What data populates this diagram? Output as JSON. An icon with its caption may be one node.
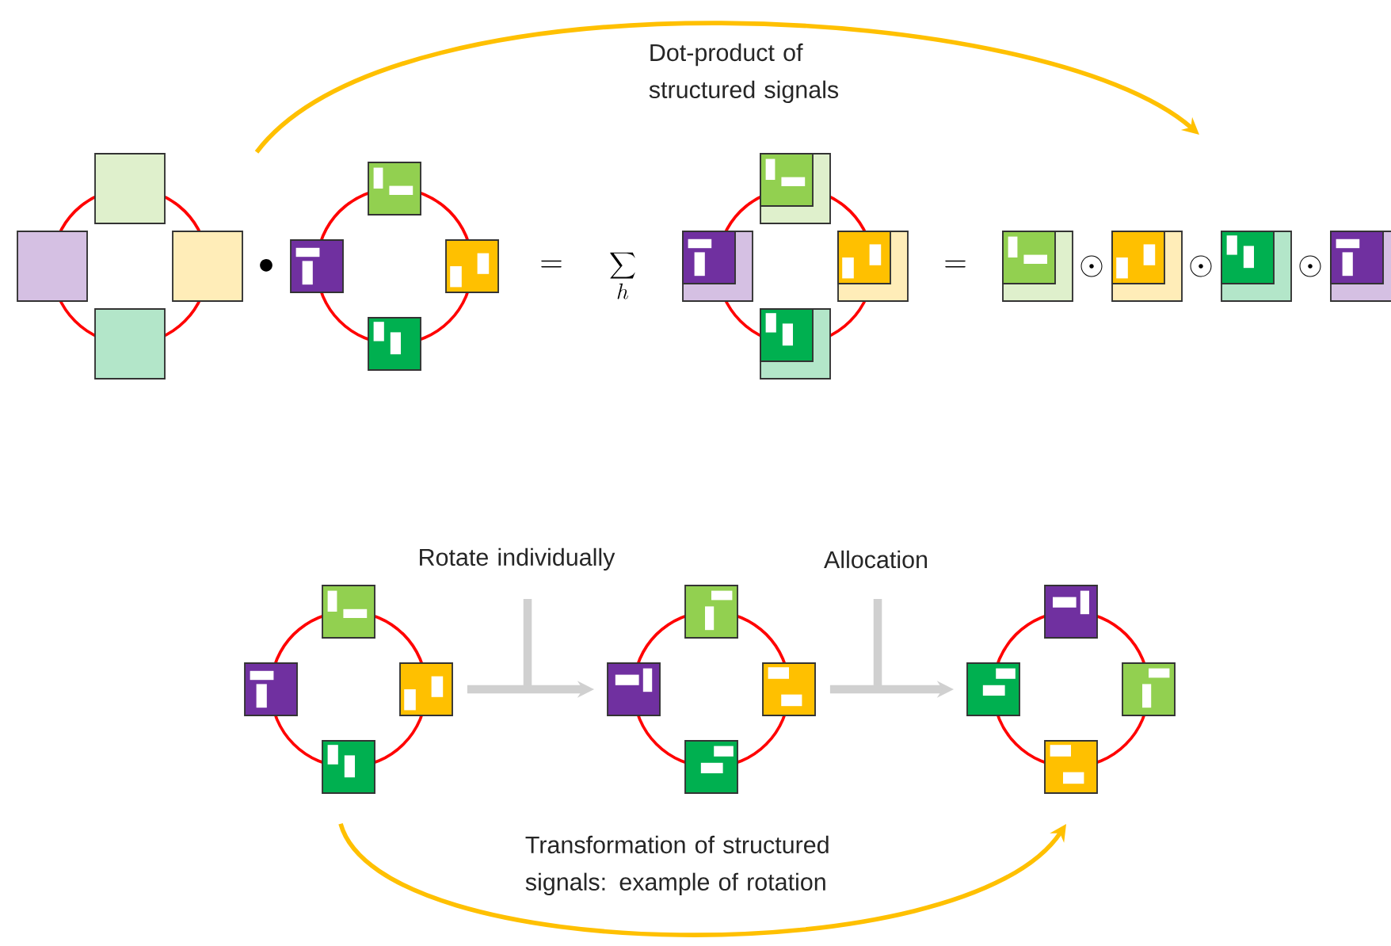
{
  "diagram": {
    "nodes": [
      {
        "text": [],
        "shape": "circle"
      },
      {
        "text": [],
        "shape": "circle"
      },
      {
        "text": [],
        "shape": "circle"
      },
      {
        "text": [],
        "shape": "circle"
      },
      {
        "text": [],
        "shape": "circle"
      },
      {
        "text": [],
        "shape": "circle"
      }
    ],
    "edges": [
      {
        "from": 0,
        "to": null,
        "arrow": "to",
        "label": "Dot-product of structured signals",
        "color": "#ffc000"
      },
      {
        "from": 3,
        "to": 4,
        "arrow": "to",
        "label": "Rotate individually",
        "style": "thick",
        "color": "#d0d0d0"
      },
      {
        "from": 4,
        "to": 5,
        "arrow": "to",
        "label": "Allocation",
        "style": "thick",
        "color": "#d0d0d0"
      },
      {
        "from": 3,
        "to": 5,
        "arrow": "to",
        "label": "Transformation of structured signals: example of rotation",
        "color": "#ffc000"
      }
    ],
    "labels": [
      "\\bullet",
      "=",
      "\\sum_{h}",
      "=",
      "\\odot",
      "\\odot",
      "\\odot"
    ]
  }
}
